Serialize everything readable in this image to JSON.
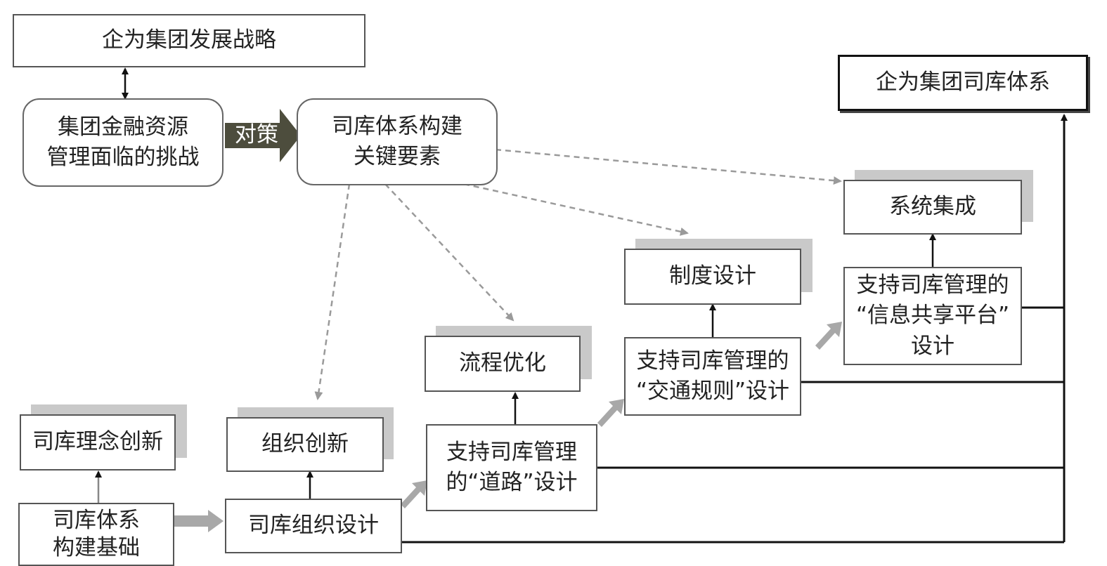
{
  "nodes": {
    "strategy": "企为集团发展战略",
    "challenge": "集团金融资源\n管理面临的挑战",
    "elements": "司库体系构建\n关键要素",
    "system": "企为集团司库体系",
    "integration": "系统集成",
    "institution": "制度设计",
    "process": "流程优化",
    "org_innovation": "组织创新",
    "concept_innovation": "司库理念创新",
    "info_platform": "支持司库管理的\n“信息共享平台”\n设计",
    "traffic_rules": "支持司库管理的\n“交通规则”设计",
    "road": "支持司库管理\n的“道路”设计",
    "org_design": "司库组织设计",
    "foundation": "司库体系\n构建基础"
  },
  "edge_labels": {
    "countermeasure": "对策"
  },
  "colors": {
    "big_arrow": "#4d4d3d",
    "block_arrow": "#a8a8a8",
    "dashed": "#999999",
    "solid": "#111111",
    "shadow": "#c9c9c9"
  }
}
